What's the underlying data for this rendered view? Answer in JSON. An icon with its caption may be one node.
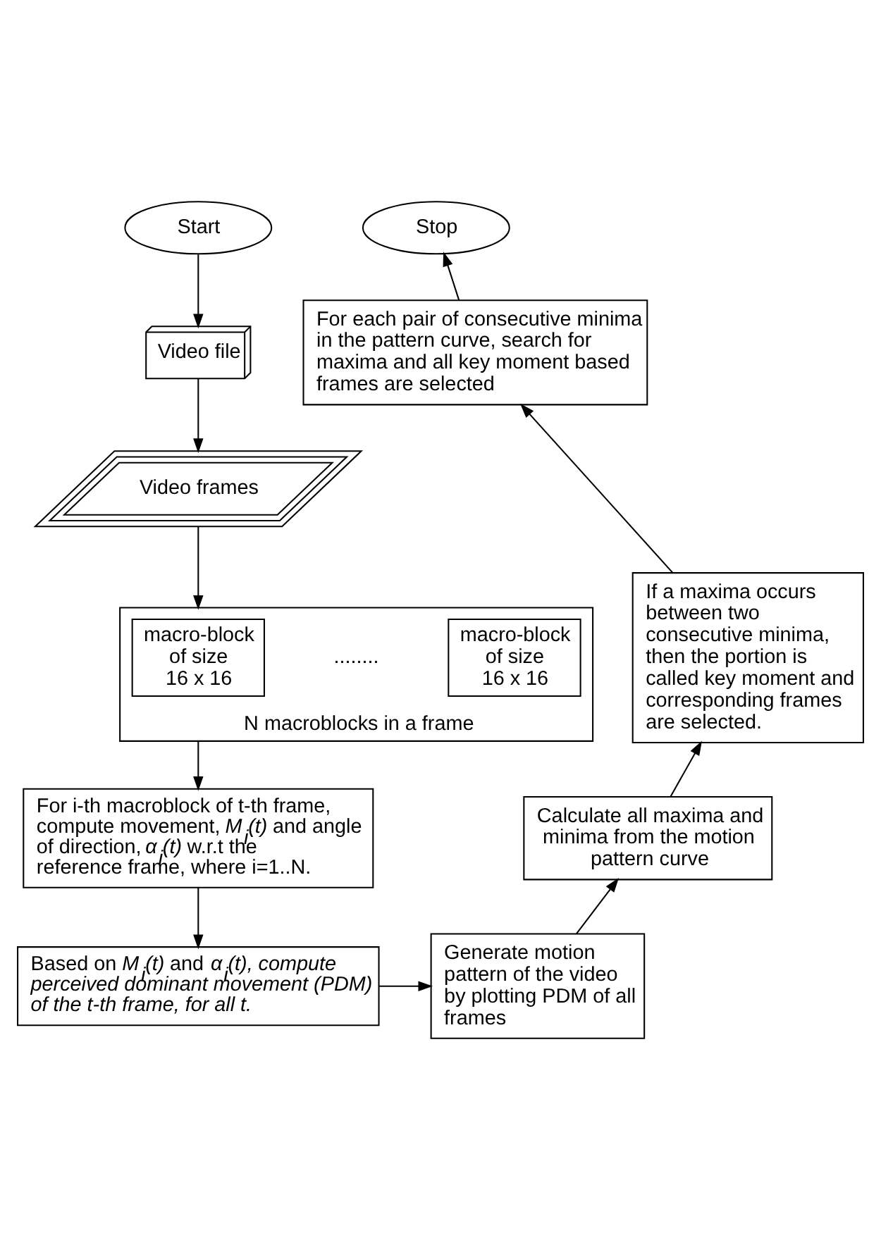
{
  "diagram": {
    "nodes": [
      {
        "text": [
          "Start"
        ]
      },
      {
        "text": [
          "Video file"
        ]
      },
      {
        "text": [
          "Video frames"
        ]
      },
      {
        "text": [
          "N macroblocks in a frame"
        ]
      },
      {
        "text": [
          "macro-block of size 16 x 16"
        ],
        "in": 3
      },
      {
        "text": [
          "macro-block of size 16 x 16"
        ],
        "in": 3
      },
      {
        "text": [
          "For i-th macroblock of t-th frame, compute movement, *M$_{i}$(t)* and angle of direction, *α$_{i}$(t)* w.r.t the reference frame, where i=1..N."
        ]
      },
      {
        "text": [
          "Based on *M$_{i}$(t)* and *α$_{i}$(t), compute perceived dominant movement (PDM) of the t-th frame, for all t.*"
        ]
      },
      {
        "text": [
          "Generate motion pattern of the video by plotting PDM of all frames"
        ]
      },
      {
        "text": [
          "Calculate all maxima and minima from the motion pattern curve"
        ]
      },
      {
        "text": [
          "If a maxima occurs between two consecutive minima, then the portion is called key moment and corresponding frames are selected."
        ]
      },
      {
        "text": [
          "For each pair of consecutive minima in the pattern curve, search for maxima and all key moment based frames are selected"
        ]
      },
      {
        "text": [
          "Stop"
        ]
      }
    ],
    "edges": [
      {
        "from": 0,
        "to": 1,
        "arrow": "to"
      },
      {
        "from": 1,
        "to": 2,
        "arrow": "to"
      },
      {
        "from": 2,
        "to": 3,
        "arrow": "to"
      },
      {
        "from": 3,
        "to": 6,
        "arrow": "to"
      },
      {
        "from": 6,
        "to": 7,
        "arrow": "to"
      },
      {
        "from": 7,
        "to": 8,
        "arrow": "to"
      },
      {
        "from": 8,
        "to": 9,
        "arrow": "to"
      },
      {
        "from": 9,
        "to": 10,
        "arrow": "to"
      },
      {
        "from": 10,
        "to": 11,
        "arrow": "to"
      },
      {
        "from": 11,
        "to": 12,
        "arrow": "to"
      }
    ],
    "labels": [
      "........"
    ]
  }
}
